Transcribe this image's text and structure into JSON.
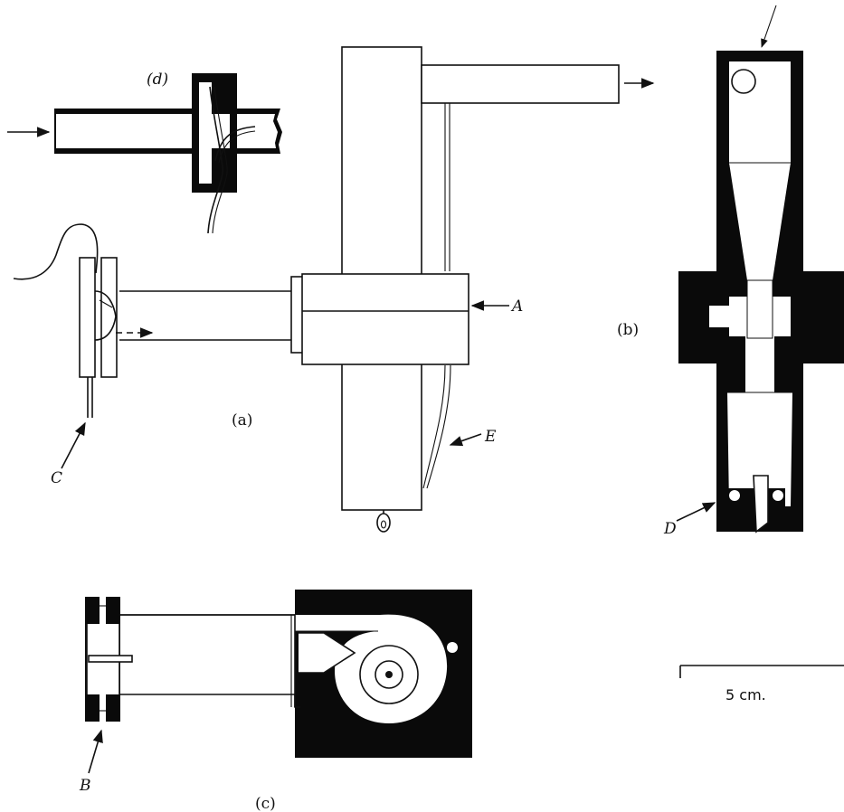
{
  "labels": {
    "a": "(a)",
    "b": "(b)",
    "c": "(c)",
    "d": "(d)",
    "A": "A",
    "B": "B",
    "C": "C",
    "D": "D",
    "E": "E"
  },
  "scale_bar": {
    "text": "5 cm."
  }
}
